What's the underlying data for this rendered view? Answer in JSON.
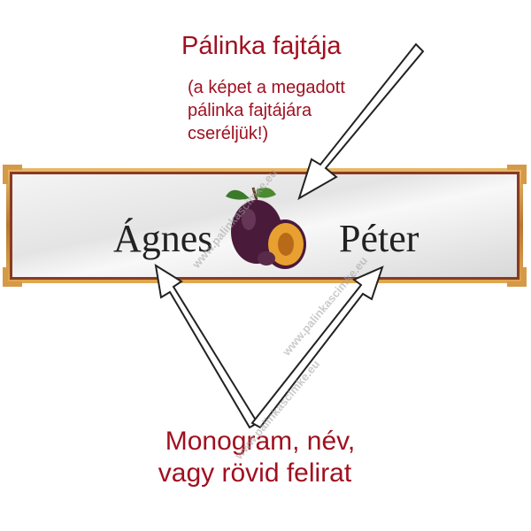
{
  "top_label": {
    "title": "Pálinka fajtája",
    "note_lines": [
      "(a képet a megadott",
      "pálinka fajtájára",
      "cseréljük!)"
    ]
  },
  "label": {
    "left_name": "Ágnes",
    "right_name": "Péter",
    "fruit_icon": "plum-icon"
  },
  "bottom_label": {
    "lines": [
      "Monogram, név,",
      "vagy rövid felirat"
    ]
  },
  "watermark": {
    "text": "www.palinkascimke.eu"
  },
  "colors": {
    "annotation_text": "#a01020",
    "frame_gold": "#c8923a",
    "frame_brown": "#8a3a20",
    "plum": "#4a1a3a",
    "plum_flesh": "#e8a030"
  }
}
